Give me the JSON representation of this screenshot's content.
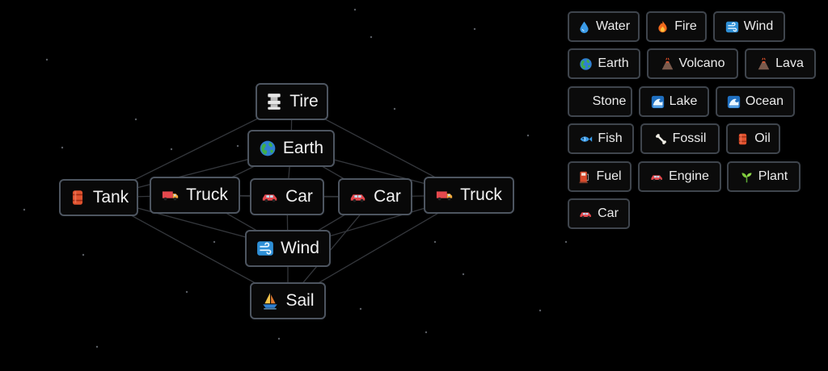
{
  "canvas": {
    "nodes": [
      {
        "id": "tire",
        "label": "Tire",
        "icon": "tire-icon"
      },
      {
        "id": "earth",
        "label": "Earth",
        "icon": "earth-icon"
      },
      {
        "id": "tank",
        "label": "Tank",
        "icon": "oil-barrel-icon"
      },
      {
        "id": "truck1",
        "label": "Truck",
        "icon": "truck-icon"
      },
      {
        "id": "car1",
        "label": "Car",
        "icon": "car-icon"
      },
      {
        "id": "car2",
        "label": "Car",
        "icon": "car-icon"
      },
      {
        "id": "truck2",
        "label": "Truck",
        "icon": "truck-icon"
      },
      {
        "id": "wind",
        "label": "Wind",
        "icon": "wind-icon"
      },
      {
        "id": "sail",
        "label": "Sail",
        "icon": "sailboat-icon"
      }
    ]
  },
  "inventory": {
    "items": [
      {
        "label": "Water",
        "icon": "water-drop-icon"
      },
      {
        "label": "Fire",
        "icon": "fire-icon"
      },
      {
        "label": "Wind",
        "icon": "wind-icon"
      },
      {
        "label": "Earth",
        "icon": "earth-icon"
      },
      {
        "label": "Volcano",
        "icon": "volcano-icon"
      },
      {
        "label": "Lava",
        "icon": "volcano-icon"
      },
      {
        "label": "Stone",
        "icon": "stone-icon"
      },
      {
        "label": "Lake",
        "icon": "wave-icon"
      },
      {
        "label": "Ocean",
        "icon": "wave-icon"
      },
      {
        "label": "Fish",
        "icon": "fish-icon"
      },
      {
        "label": "Fossil",
        "icon": "bone-icon"
      },
      {
        "label": "Oil",
        "icon": "oil-barrel-icon"
      },
      {
        "label": "Fuel",
        "icon": "fuel-pump-icon"
      },
      {
        "label": "Engine",
        "icon": "car-icon"
      },
      {
        "label": "Plant",
        "icon": "seedling-icon"
      },
      {
        "label": "Car",
        "icon": "car-icon"
      }
    ]
  }
}
